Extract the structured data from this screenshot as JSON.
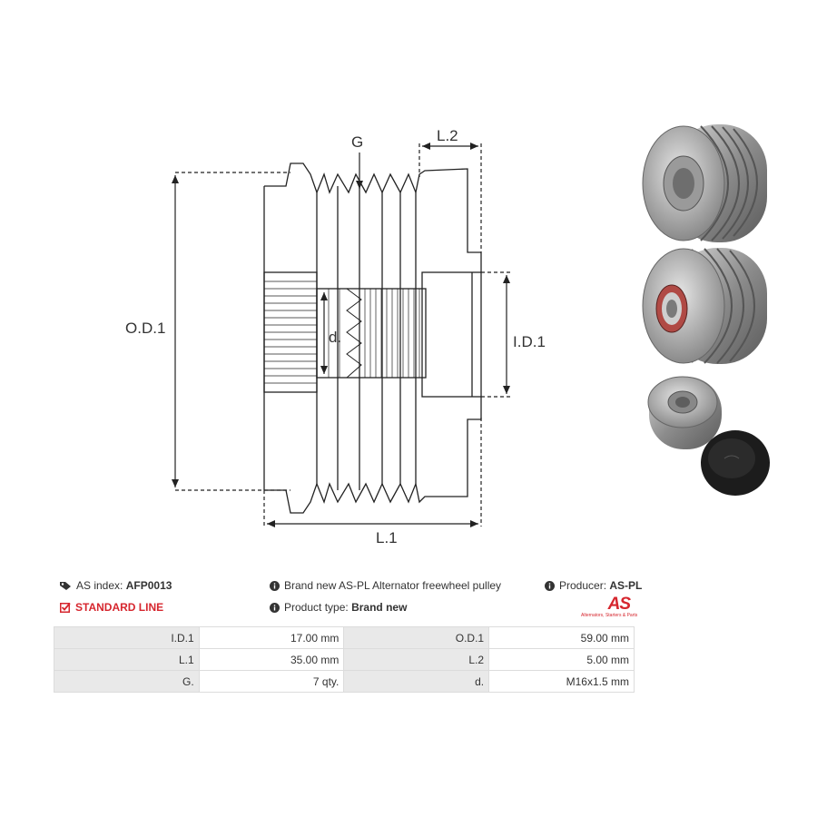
{
  "drawing": {
    "labels": {
      "g": "G",
      "l2": "L.2",
      "od1": "O.D.1",
      "id1": "I.D.1",
      "d": "d.",
      "l1": "L.1"
    }
  },
  "info": {
    "as_index_label": "AS index:",
    "as_index_value": "AFP0013",
    "description": "Brand new AS-PL Alternator freewheel pulley",
    "producer_label": "Producer:",
    "producer_value": "AS-PL",
    "line": "STANDARD LINE",
    "product_type_label": "Product type:",
    "product_type_value": "Brand new",
    "logo_text": "AS",
    "logo_tagline": "Alternators, Starters & Parts"
  },
  "colors": {
    "accent_red": "#d6262e",
    "line": "#222222",
    "header_cell": "#e9e9e9"
  },
  "specs": [
    {
      "label1": "I.D.1",
      "value1": "17.00 mm",
      "label2": "O.D.1",
      "value2": "59.00 mm"
    },
    {
      "label1": "L.1",
      "value1": "35.00 mm",
      "label2": "L.2",
      "value2": "5.00 mm"
    },
    {
      "label1": "G.",
      "value1": "7 qty.",
      "label2": "d.",
      "value2": "M16x1.5 mm"
    }
  ]
}
